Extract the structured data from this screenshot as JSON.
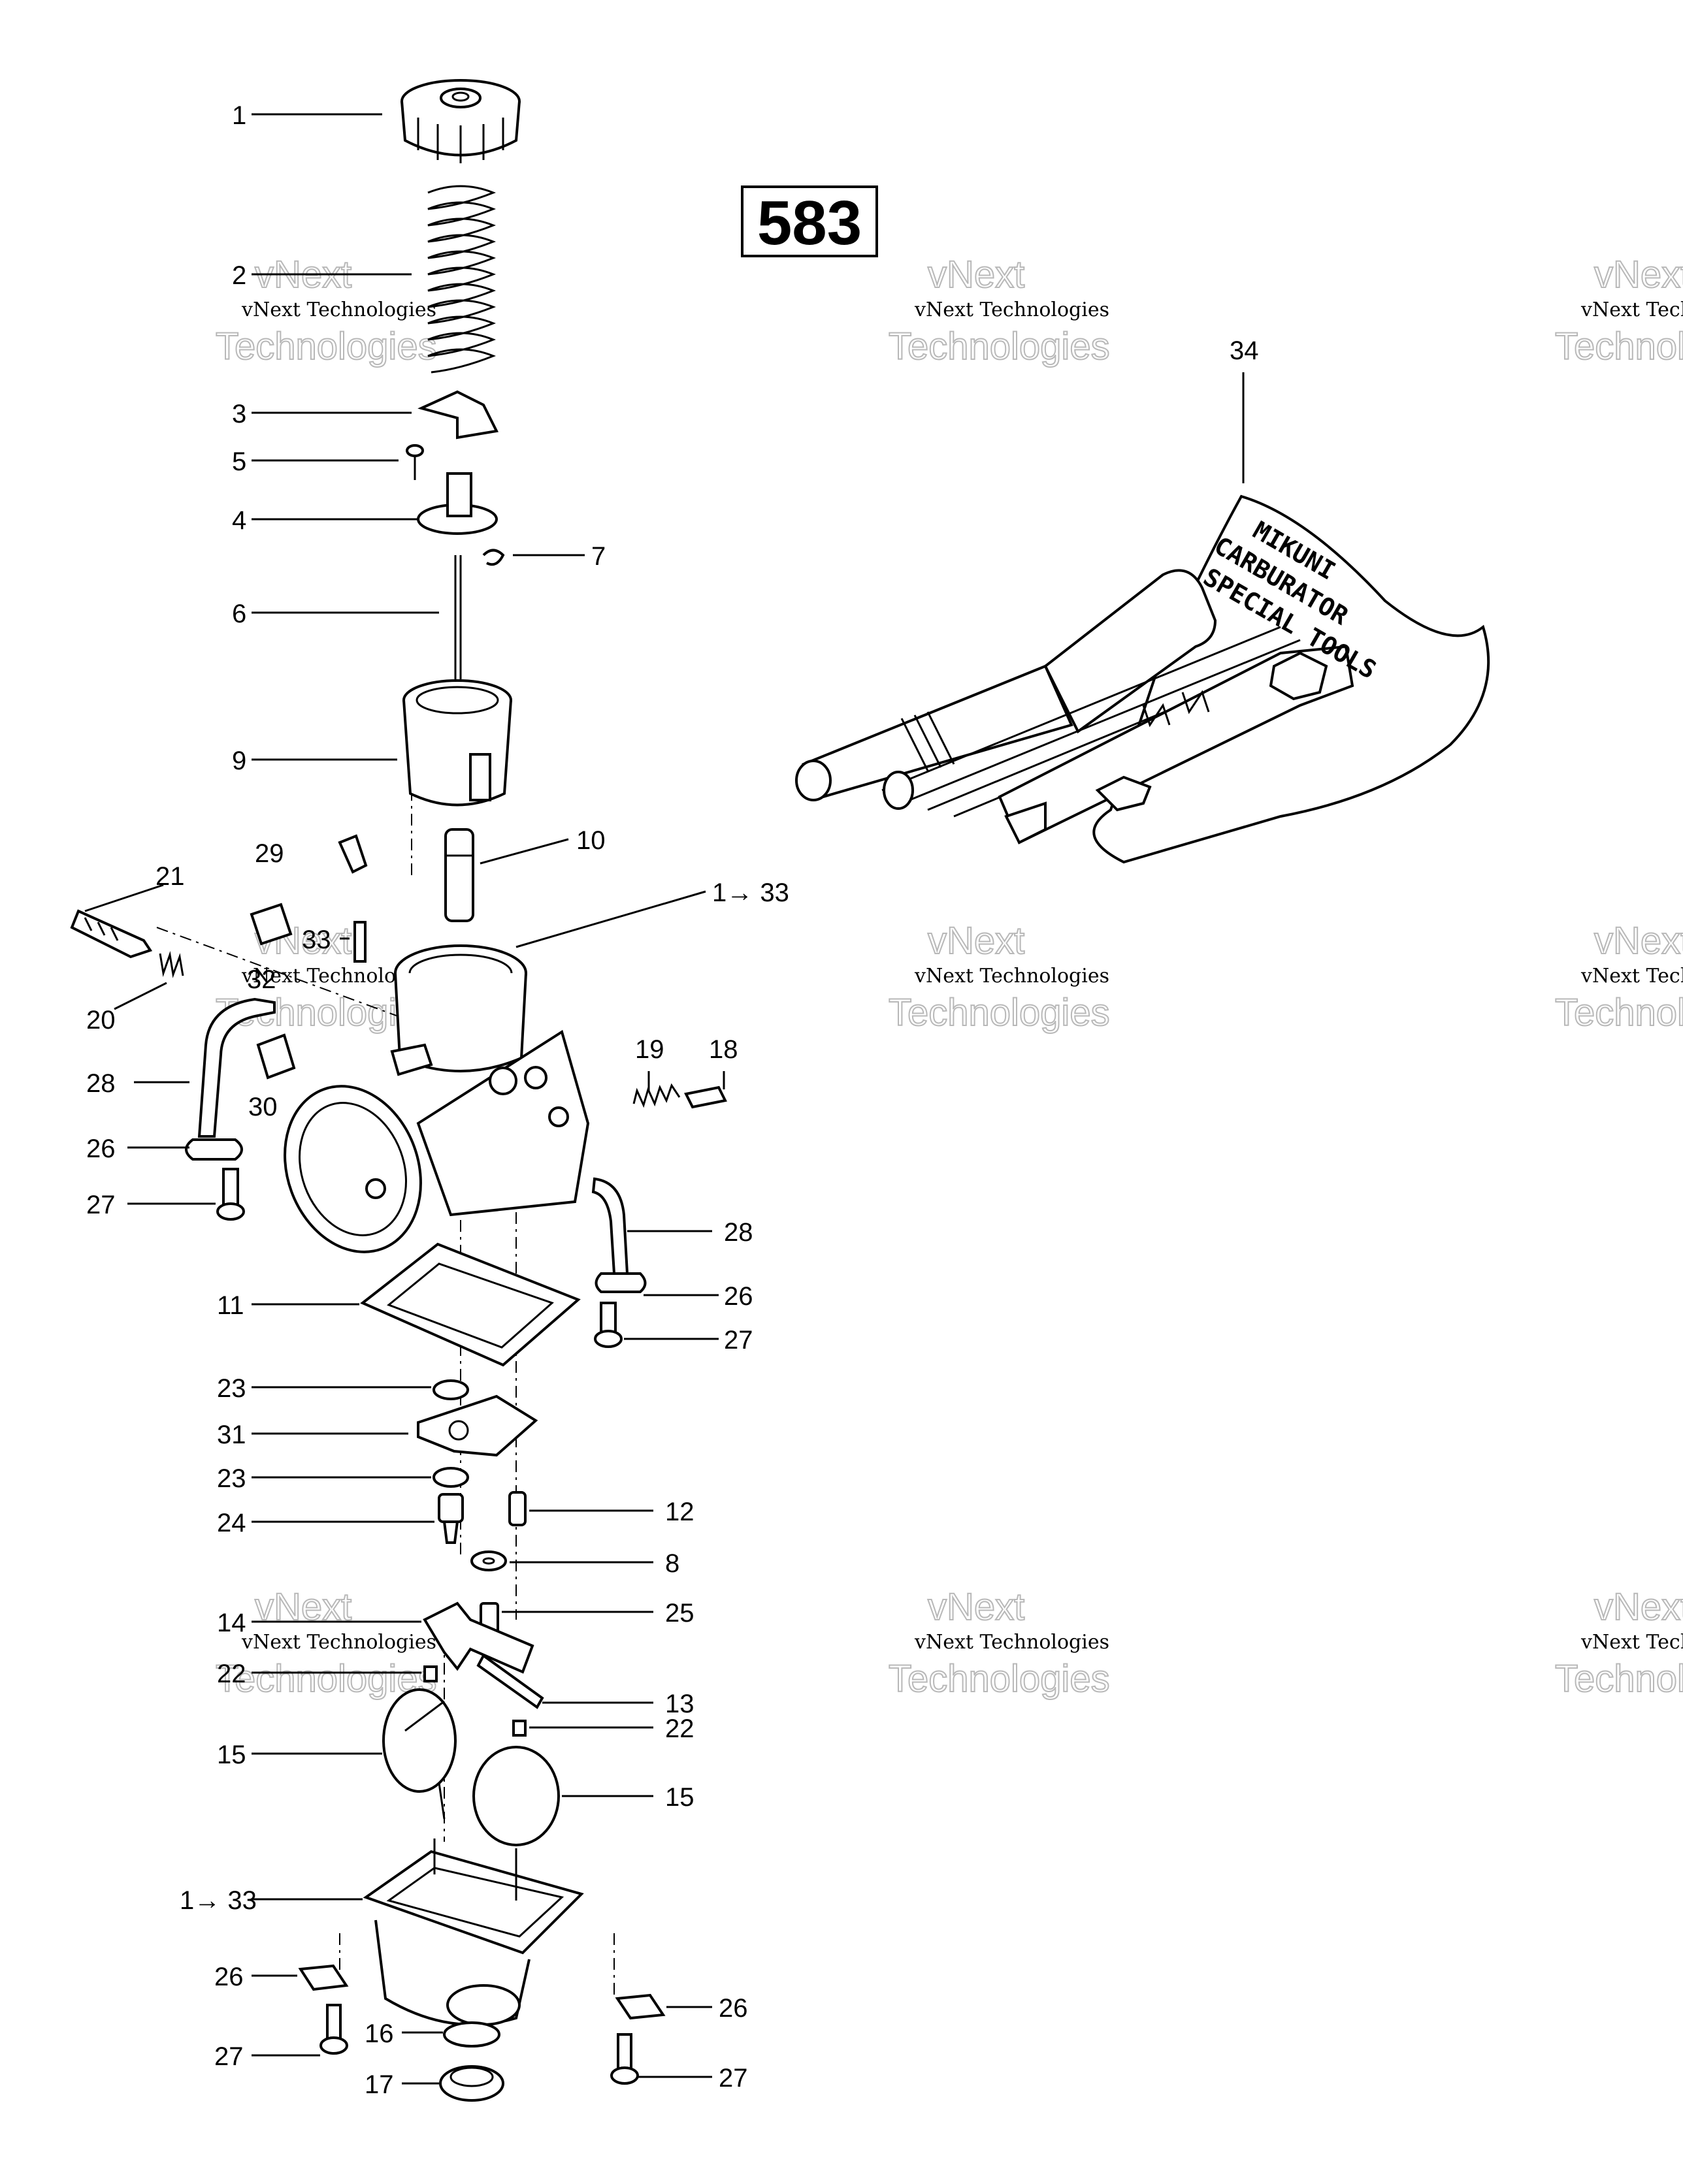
{
  "diagram_number": "583",
  "watermark": {
    "line1": "vNext",
    "line2": "vNext Technologies",
    "line3": "Technologies"
  },
  "package_label": {
    "line1": "MIKUNI",
    "line2": "CARBURATOR",
    "line3": "SPECIAL TOOLS"
  },
  "callouts": {
    "c1": "1",
    "c2": "2",
    "c3": "3",
    "c5": "5",
    "c4": "4",
    "c7": "7",
    "c6": "6",
    "c9": "9",
    "c29": "29",
    "c10": "10",
    "c21": "21",
    "c1_33_top": "1→ 33",
    "c33": "33",
    "c32": "32",
    "c20": "20",
    "c28_left": "28",
    "c30": "30",
    "c19": "19",
    "c18": "18",
    "c26_left": "26",
    "c27_left": "27",
    "c28_right": "28",
    "c11": "11",
    "c26_right": "26",
    "c27_right": "27",
    "c23_a": "23",
    "c31": "31",
    "c23_b": "23",
    "c24": "24",
    "c12": "12",
    "c8": "8",
    "c14": "14",
    "c25": "25",
    "c22_left": "22",
    "c13": "13",
    "c22_right": "22",
    "c15_left": "15",
    "c15_right": "15",
    "c1_33_bottom": "1→ 33",
    "c26_bl": "26",
    "c26_br": "26",
    "c16": "16",
    "c27_bl": "27",
    "c17": "17",
    "c27_br": "27",
    "c34": "34"
  }
}
